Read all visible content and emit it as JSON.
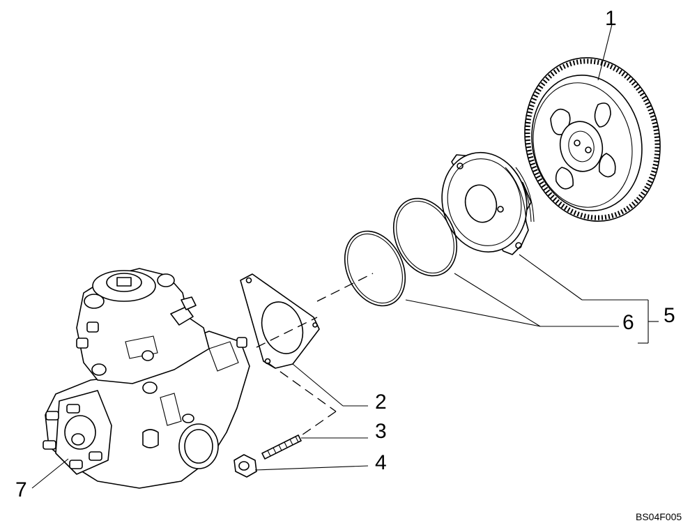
{
  "callouts": {
    "c1": "1",
    "c2": "2",
    "c3": "3",
    "c4": "4",
    "c5": "5",
    "c6": "6",
    "c7": "7"
  },
  "figure_ref": "BS04F005"
}
